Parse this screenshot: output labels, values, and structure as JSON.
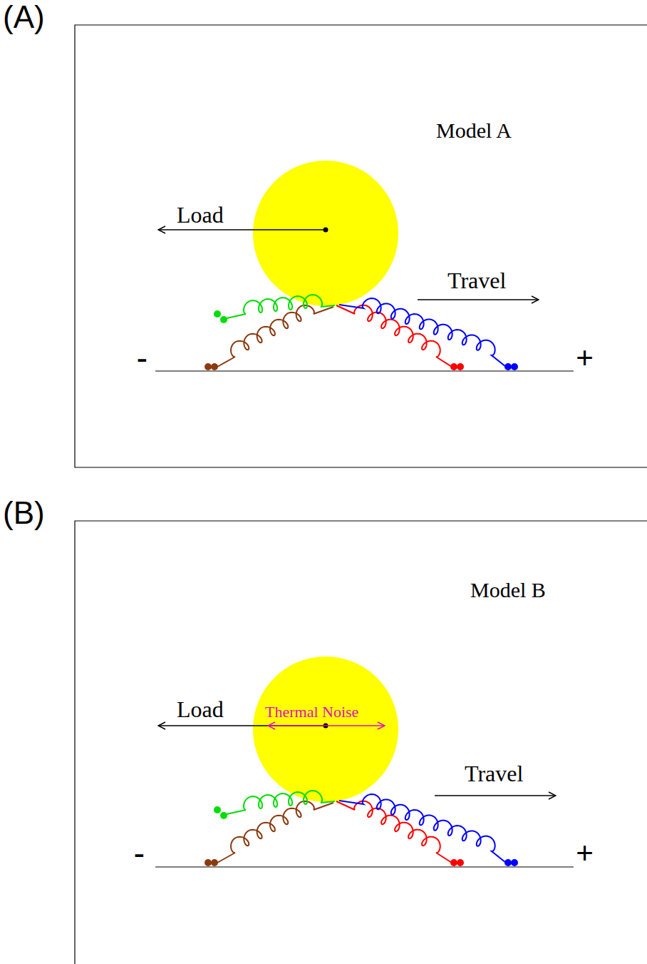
{
  "diagram": {
    "labels": [
      "(A)",
      "Model A",
      "Load",
      "Travel",
      "-",
      "+",
      "(B)",
      "Model B",
      "Load",
      "Thermal Noise",
      "Travel",
      "-",
      "+"
    ]
  }
}
